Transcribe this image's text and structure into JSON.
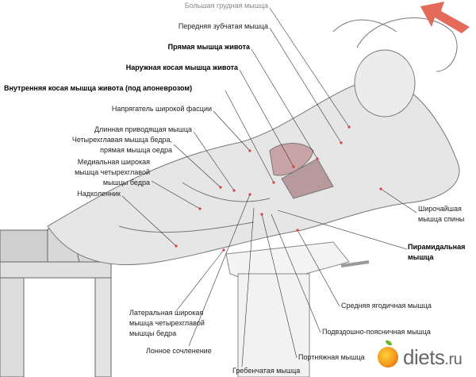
{
  "colors": {
    "arrow": "#e46a5a",
    "marker": "#d8404a",
    "line": "#333333"
  },
  "labels": {
    "pectoralis_major": "Большая грудная мышца",
    "serratus_anterior": "Передняя зубчатая мышца",
    "rectus_abdominis": "Прямая мышца живота",
    "external_oblique": "Наружная косая мышца живота",
    "internal_oblique": "Внутренняя косая мышца живота (под апоневрозом)",
    "tensor_fasciae_latae": "Напрягатель широкой фасции",
    "adductor_longus": "Длинная приводящая мышца",
    "quadriceps_1": "Четырехглавая мышца бедра,",
    "quadriceps_2": "прямая мышца оедра",
    "vastus_medialis_1": "Медиальная широкая",
    "vastus_medialis_2": "мышца четырехглавой",
    "vastus_medialis_3": "мышцы бедра",
    "patella": "Надколенник",
    "latissimus_1": "Широчайшая",
    "latissimus_2": "мышца спины",
    "pyramidalis_1": "Пирамидальная",
    "pyramidalis_2": "мышца",
    "gluteus_medius": "Средняя ягодичная мышца",
    "iliopsoas": "Подвздошно-поясничная мышца",
    "vastus_lateralis_1": "Латеральная широкая",
    "vastus_lateralis_2": "мышца четырехглавой",
    "vastus_lateralis_3": "мышцы бедра",
    "pubic_symphysis": "Лонное сочленение",
    "sartorius": "Портняжная мышца",
    "pectineus": "Гребенчатая мышца"
  },
  "logo": {
    "name": "diets",
    "tld": ".ru"
  }
}
